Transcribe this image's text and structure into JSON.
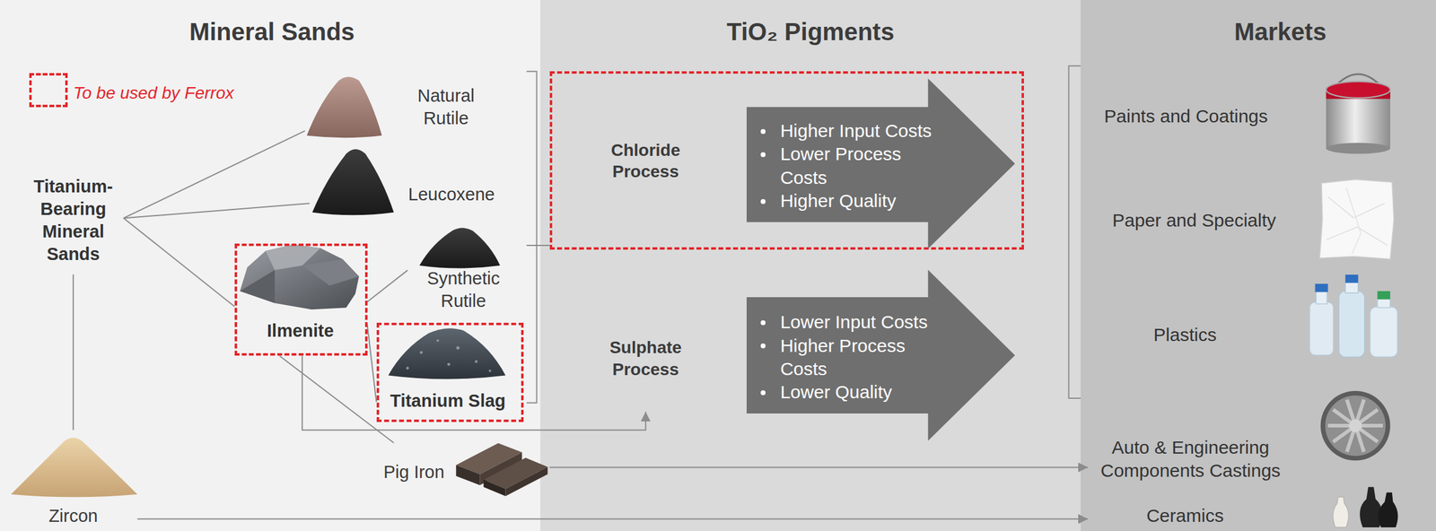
{
  "diagram": {
    "nodes": [
      {
        "text": [
          "Mineral Sands"
        ]
      },
      {
        "text": [
          "Titanium-Bearing Mineral Sands"
        ],
        "in": 0
      },
      {
        "text": [
          "Natural Rutile"
        ],
        "in": 0
      },
      {
        "text": [
          "Leucoxene"
        ],
        "in": 0
      },
      {
        "text": [
          "Ilmenite"
        ],
        "in": 0
      },
      {
        "text": [
          "Synthetic Rutile"
        ],
        "in": 0
      },
      {
        "text": [
          "Titanium Slag"
        ],
        "in": 0
      },
      {
        "text": [
          "Pig Iron"
        ],
        "in": 0
      },
      {
        "text": [
          "Zircon"
        ],
        "in": 0
      },
      {
        "text": [
          "TiO₂ Pigments"
        ]
      },
      {
        "text": [
          "Chloride Process"
        ],
        "in": 9
      },
      {
        "text": [
          "Higher Input Costs",
          "Lower Process Costs",
          "Higher Quality"
        ],
        "in": 10
      },
      {
        "text": [
          "Sulphate Process"
        ],
        "in": 9
      },
      {
        "text": [
          "Lower Input Costs",
          "Higher Process Costs",
          "Lower Quality"
        ],
        "in": 9
      },
      {
        "text": [
          "Markets"
        ]
      },
      {
        "text": [
          "Paints and Coatings"
        ],
        "in": 14
      },
      {
        "text": [
          "Paper and Specialty"
        ],
        "in": 14
      },
      {
        "text": [
          "Plastics"
        ],
        "in": 14
      },
      {
        "text": [
          "Auto & Engineering Components Castings"
        ],
        "in": 14
      },
      {
        "text": [
          "Ceramics"
        ],
        "in": 14
      }
    ],
    "edges": [
      {
        "from": 1,
        "to": 2,
        "arrow": "none"
      },
      {
        "from": 1,
        "to": 3,
        "arrow": "none"
      },
      {
        "from": 1,
        "to": 4,
        "arrow": "none"
      },
      {
        "from": 1,
        "to": 8,
        "arrow": "none"
      },
      {
        "from": 4,
        "to": 5,
        "arrow": "none"
      },
      {
        "from": 4,
        "to": 6,
        "arrow": "none"
      },
      {
        "from": 4,
        "to": 7,
        "arrow": "none"
      },
      {
        "from": 4,
        "to": 12,
        "arrow": "to"
      },
      {
        "from": 7,
        "to": 18,
        "arrow": "to"
      },
      {
        "from": 8,
        "to": 19,
        "arrow": "to"
      }
    ],
    "legend": [
      {
        "text": "To be used by Ferrox"
      }
    ]
  }
}
